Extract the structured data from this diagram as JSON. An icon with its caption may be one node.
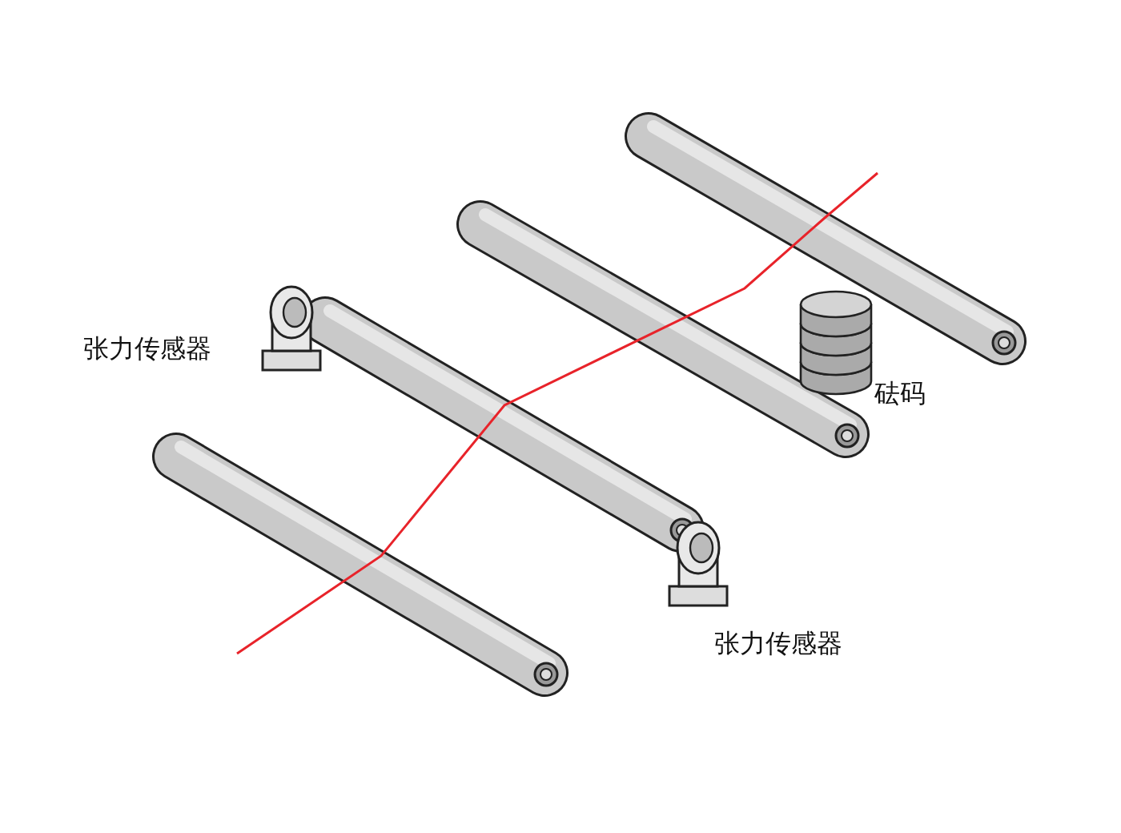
{
  "diagram": {
    "labels": [
      "张力传感器",
      "砝码",
      "张力传感器"
    ]
  }
}
